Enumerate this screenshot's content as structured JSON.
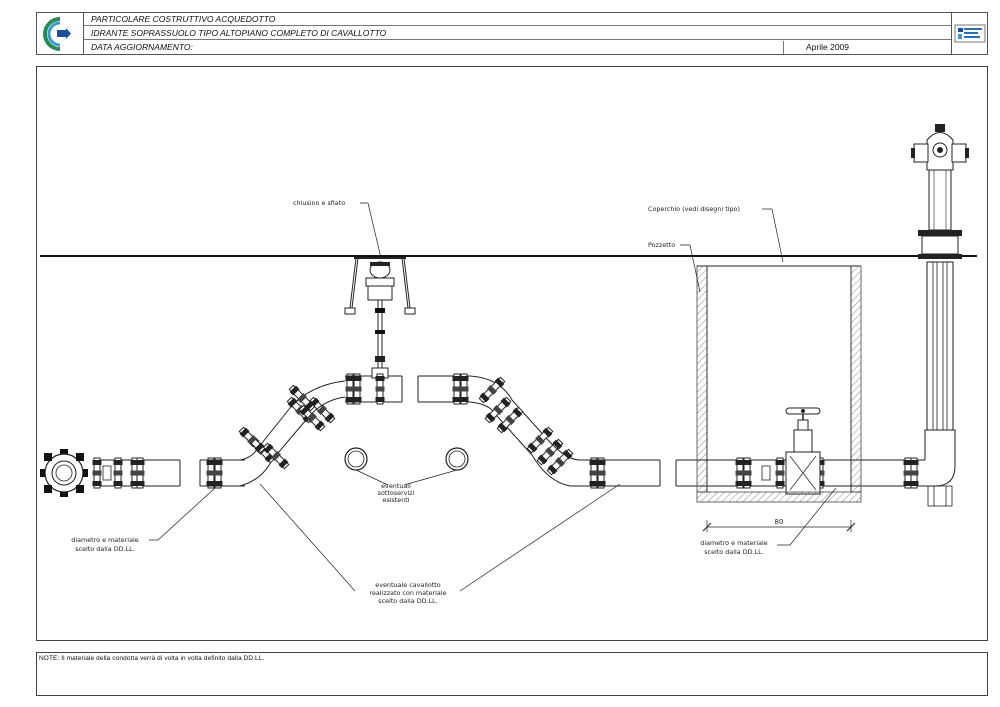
{
  "title_block": {
    "row1": "PARTICOLARE COSTRUTTIVO ACQUEDOTTO",
    "row2": "IDRANTE SOPRASSUOLO TIPO ALTOPIANO COMPLETO DI CAVALLOTTO",
    "row3": "DATA AGGIORNAMENTO:",
    "date": "Aprile 2009"
  },
  "labels": {
    "chiusino": "chiusino e sfiato",
    "coperchio": "Coperchio (vedi disegni tipo)",
    "pozzetto": "Pozzetto",
    "servizi_1": "eventuali",
    "servizi_2": "sottoservizi",
    "servizi_3": "esistenti",
    "diam_left_1": "diametro e materiale",
    "diam_left_2": "scelto dalla DD.LL.",
    "diam_right_1": "diametro e materiale",
    "diam_right_2": "scelto dalla DD.LL.",
    "cav_1": "eventuale cavallotto",
    "cav_2": "realizzato con materiale",
    "cav_3": "scelto dalla DD.LL.",
    "dimension": "80"
  },
  "notes": {
    "text": "NOTE: Il materiale della condotta verrà di volta in volta definito dalla DD.LL."
  }
}
